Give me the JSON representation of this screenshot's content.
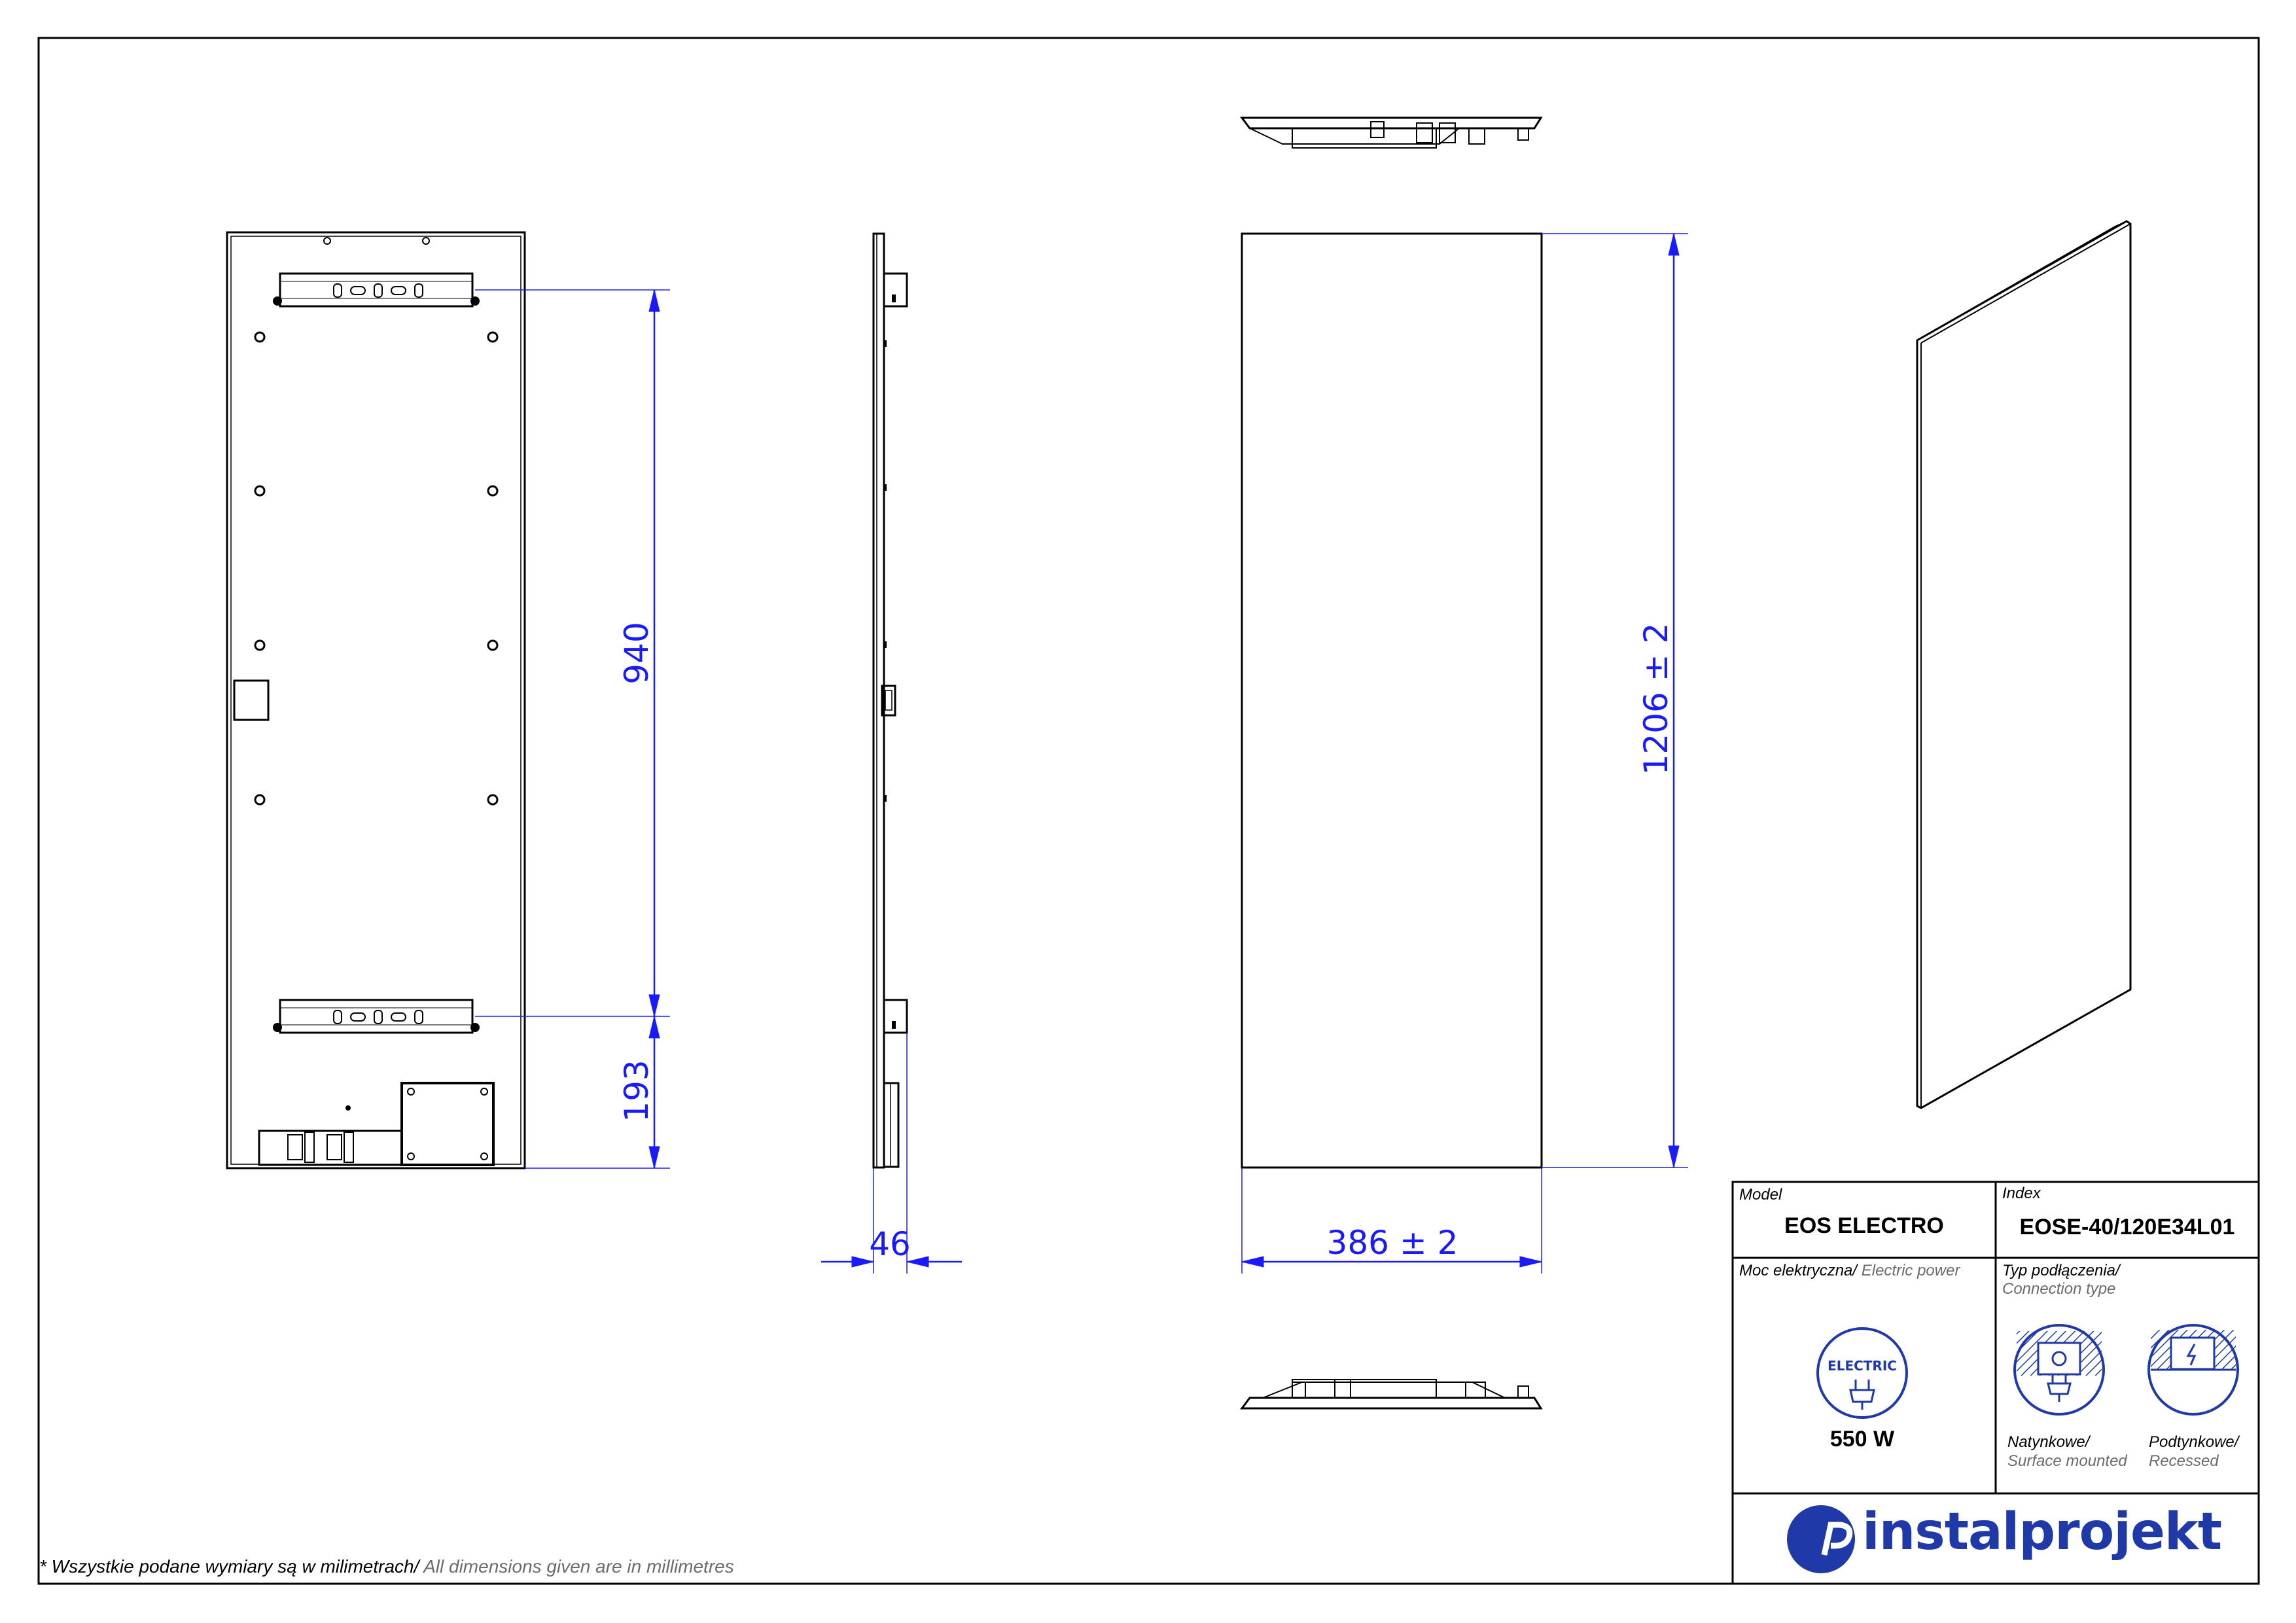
{
  "dimensions": {
    "spacing": "940",
    "bottom": "193",
    "depth": "46",
    "height": "1206 ± 2",
    "width": "386 ± 2"
  },
  "title_block": {
    "model_label": "Model",
    "model_value": "EOS ELECTRO",
    "index_label": "Index",
    "index_value": "EOSE-40/120E34L01",
    "power_label_pl": "Moc elektryczna/",
    "power_label_en": " Electric power",
    "power_icon_text": "ELECTRIC",
    "power_value": "550 W",
    "connection_label_pl": "Typ podłączenia/",
    "connection_label_en": "Connection type",
    "surface_pl": "Natynkowe/",
    "surface_en": "Surface mounted",
    "recessed_pl": "Podtynkowe/",
    "recessed_en": "Recessed",
    "brand": "instalprojekt"
  },
  "footnote": {
    "pl": "* Wszystkie podane wymiary są w milimetrach/",
    "en": " All dimensions given are in millimetres"
  },
  "colors": {
    "dimension": "#1a1aff",
    "brand": "#1f3aa8",
    "line": "#000000"
  }
}
